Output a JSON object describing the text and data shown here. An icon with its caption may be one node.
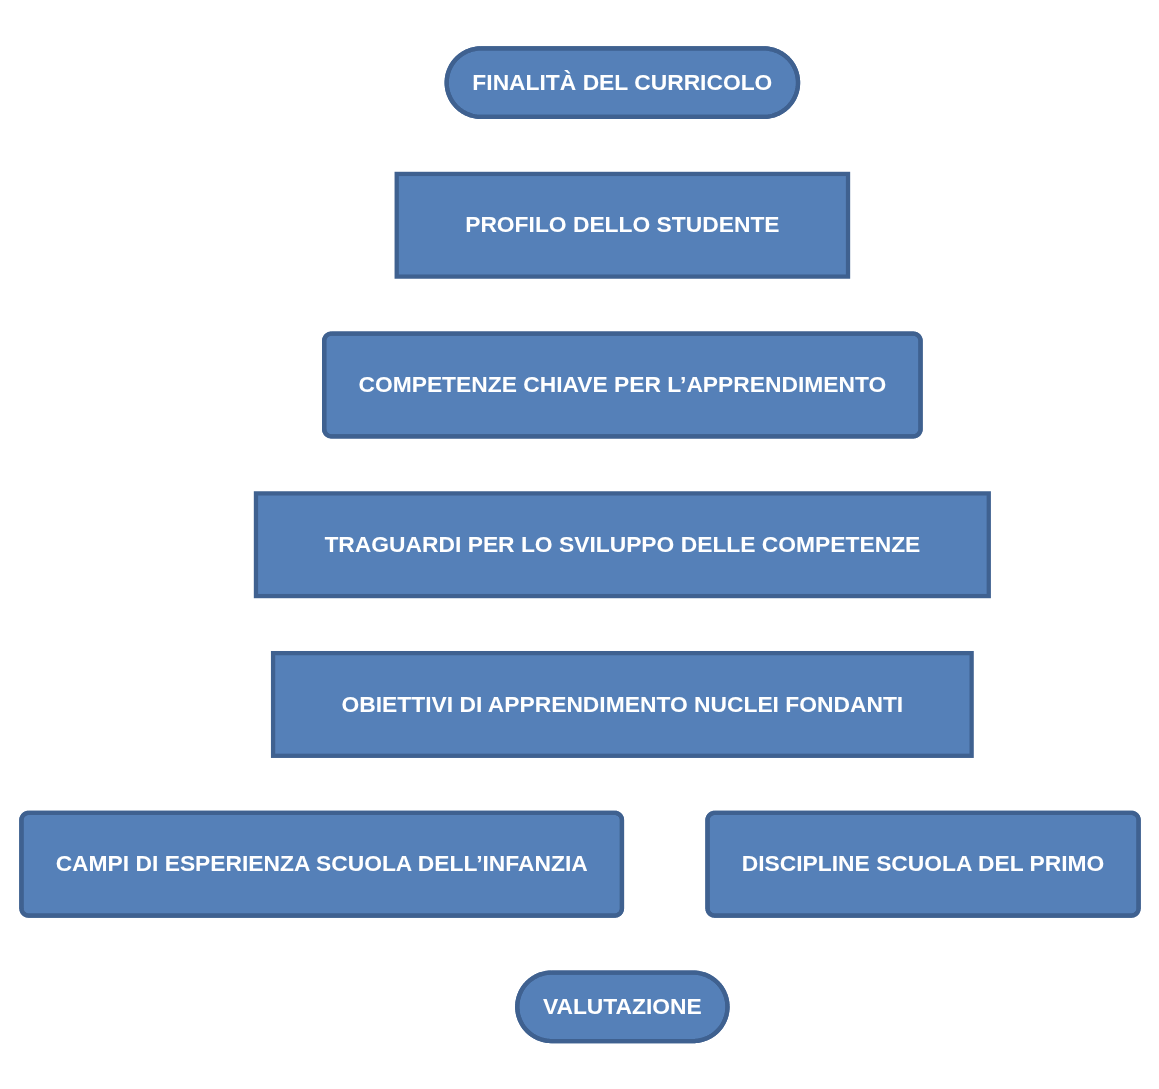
{
  "diagram": {
    "nodes": [
      {
        "text": [
          "FINALITÀ DEL CURRICOLO"
        ]
      },
      {
        "text": [
          "PROFILO DELLO STUDENTE"
        ]
      },
      {
        "text": [
          "COMPETENZE CHIAVE PER L’APPRENDIMENTO"
        ]
      },
      {
        "text": [
          "TRAGUARDI PER LO SVILUPPO DELLE COMPETENZE"
        ]
      },
      {
        "text": [
          "OBIETTIVI DI APPRENDIMENTO NUCLEI FONDANTI"
        ]
      },
      {
        "text": [
          "CAMPI DI ESPERIENZA SCUOLA DELL’INFANZIA"
        ]
      },
      {
        "text": [
          "DISCIPLINE SCUOLA DEL PRIMO"
        ]
      },
      {
        "text": [
          "VALUTAZIONE"
        ]
      }
    ]
  }
}
